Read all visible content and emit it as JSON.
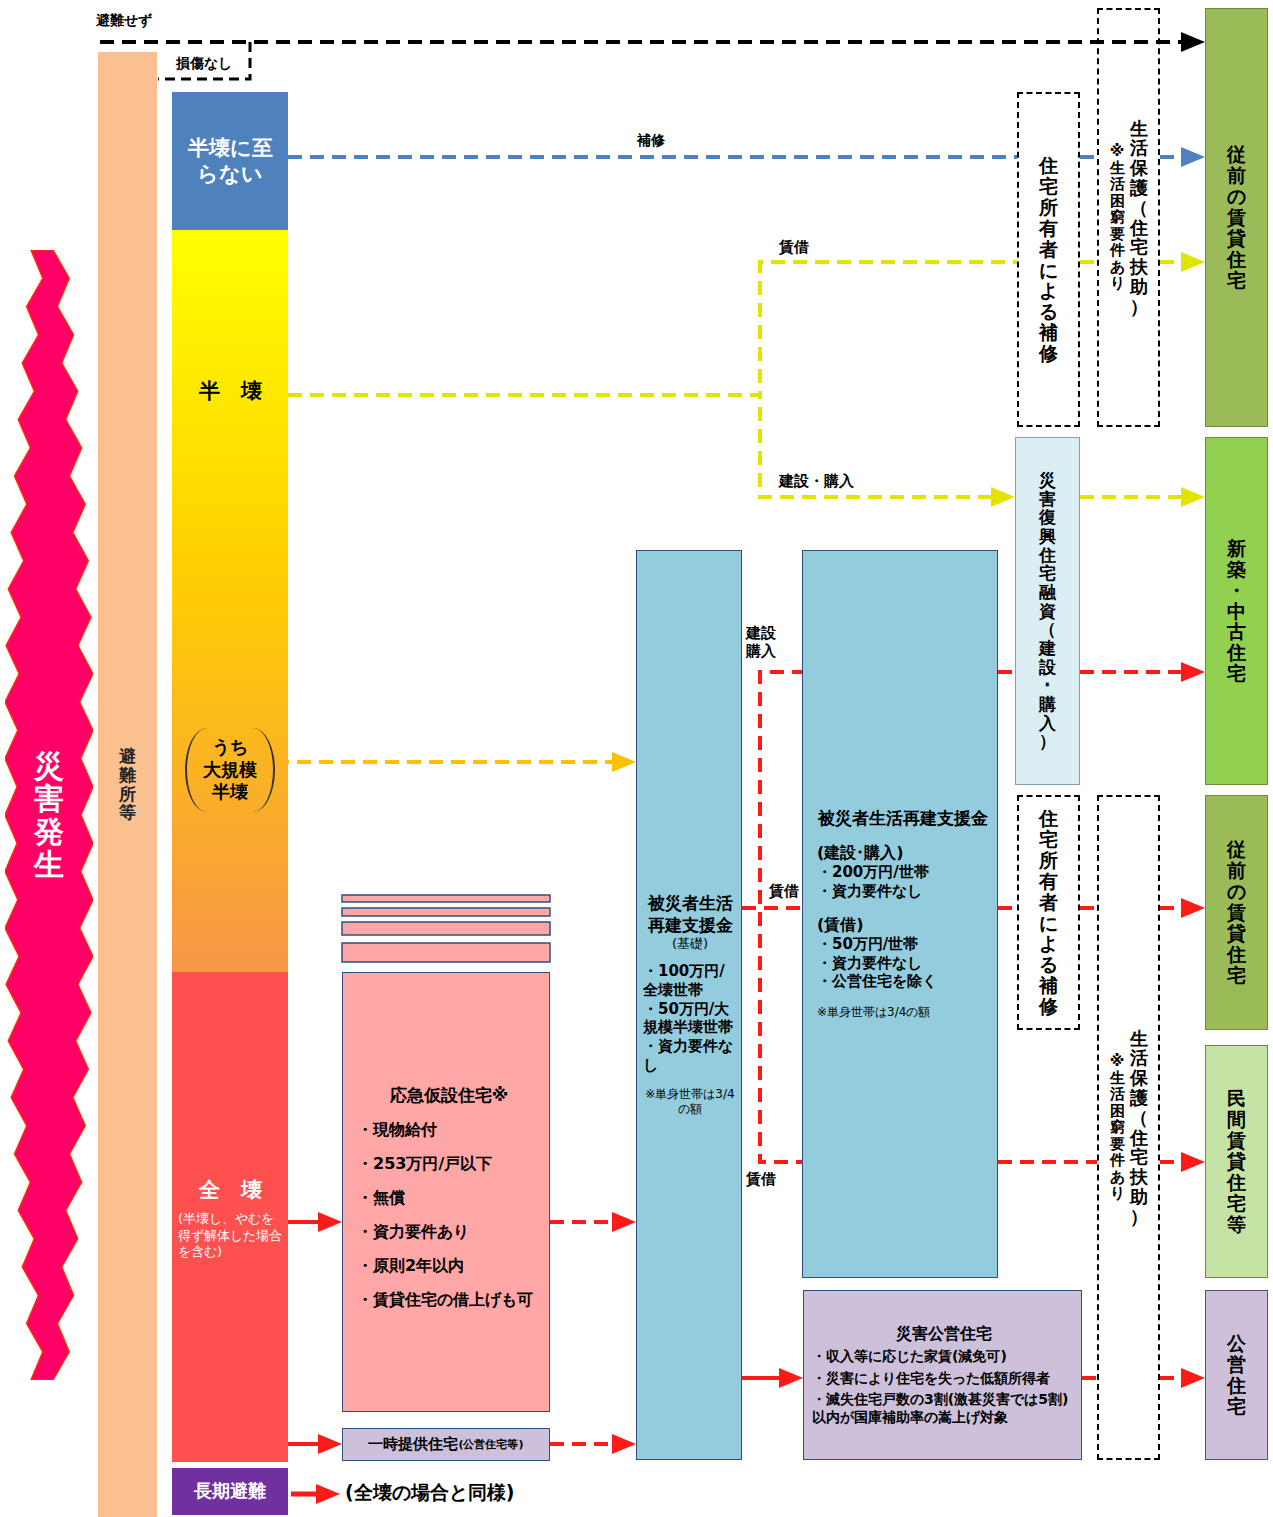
{
  "diagram": {
    "nodes": [
      {
        "text": [
          "災害発生"
        ]
      },
      {
        "text": [
          "避難所等"
        ]
      },
      {
        "text": [
          "半壊に至らない"
        ]
      },
      {
        "text": [
          "半　壊"
        ]
      },
      {
        "text": [
          "うち 大規模 半壊"
        ],
        "in": 3
      },
      {
        "text": [
          "全　壊",
          "(半壊し、やむを得ず解体した場合を含む)"
        ]
      },
      {
        "text": [
          "長期避難"
        ]
      },
      {
        "text": [
          "応急仮設住宅※",
          "・現物給付",
          "・253万円/戸以下",
          "・無償",
          "・資力要件あり",
          "・原則2年以内",
          "・賃貸住宅の借上げも可"
        ]
      },
      {
        "text": [
          "一時提供住宅",
          "(公営住宅等)"
        ]
      },
      {
        "text": [
          "被災者生活再建支援金",
          "(基礎)",
          "・100万円/全壊世帯",
          "・50万円/大規模半壊世帯",
          "・資力要件なし",
          "※単身世帯は3/4の額"
        ]
      },
      {
        "text": [
          "被災者生活再建支援金",
          "(建設･購入)",
          "・200万円/世帯",
          "・資力要件なし",
          "(賃借)",
          "・50万円/世帯",
          "・資力要件なし",
          "・公営住宅を除く",
          "※単身世帯は3/4の額"
        ]
      },
      {
        "text": [
          "災害公営住宅",
          "・収入等に応じた家賃(減免可)",
          "・災害により住宅を失った低額所得者",
          "・滅失住宅戸数の3割(激甚災害では5割)以内が国庫補助率の嵩上げ対象"
        ]
      },
      {
        "text": [
          "住宅所有者による補修"
        ]
      },
      {
        "text": [
          "生活保護（住宅扶助）",
          "※生活困窮要件あり"
        ]
      },
      {
        "text": [
          "災害復興住宅融資（建設･購入）"
        ]
      },
      {
        "text": [
          "住宅所有者による補修"
        ]
      },
      {
        "text": [
          "生活保護（住宅扶助）",
          "※生活困窮要件あり"
        ]
      },
      {
        "text": [
          "従前の賃貸住宅"
        ]
      },
      {
        "text": [
          "新築・中古住宅"
        ]
      },
      {
        "text": [
          "従前の賃貸住宅"
        ]
      },
      {
        "text": [
          "民間賃貸住宅等"
        ]
      },
      {
        "text": [
          "公営住宅"
        ]
      }
    ],
    "edges": [
      {
        "from": 2,
        "to": 12,
        "label": "補修",
        "arrow": "none"
      },
      {
        "from": 12,
        "to": 13,
        "arrow": "none"
      },
      {
        "from": 13,
        "to": 17,
        "arrow": "to"
      },
      {
        "from": 3,
        "to": 12,
        "label": "賃借",
        "arrow": "none"
      },
      {
        "from": 12,
        "to": 13,
        "arrow": "none"
      },
      {
        "from": 13,
        "to": 17,
        "arrow": "to"
      },
      {
        "from": 3,
        "to": 14,
        "label": "建設・購入",
        "arrow": "to"
      },
      {
        "from": 14,
        "to": 18,
        "arrow": "to"
      },
      {
        "from": 4,
        "to": 9,
        "arrow": "to"
      },
      {
        "from": 5,
        "to": 7,
        "arrow": "to"
      },
      {
        "from": 7,
        "to": 9,
        "arrow": "to"
      },
      {
        "from": 5,
        "to": 8,
        "arrow": "to"
      },
      {
        "from": 8,
        "to": 9,
        "arrow": "to"
      },
      {
        "from": 9,
        "to": 10,
        "label": "建設 購入",
        "arrow": "none"
      },
      {
        "from": 9,
        "to": 10,
        "label": "賃借",
        "arrow": "none"
      },
      {
        "from": 9,
        "to": 10,
        "label": "賃借",
        "arrow": "none"
      },
      {
        "from": 10,
        "to": 14,
        "arrow": "none"
      },
      {
        "from": 14,
        "to": 18,
        "arrow": "to"
      },
      {
        "from": 10,
        "to": 15,
        "arrow": "none"
      },
      {
        "from": 15,
        "to": 16,
        "arrow": "none"
      },
      {
        "from": 16,
        "to": 19,
        "arrow": "to"
      },
      {
        "from": 10,
        "to": 16,
        "arrow": "none"
      },
      {
        "from": 16,
        "to": 20,
        "arrow": "to"
      },
      {
        "from": 9,
        "to": 11,
        "arrow": "to"
      },
      {
        "from": 11,
        "to": 16,
        "arrow": "none"
      },
      {
        "from": 16,
        "to": 21,
        "arrow": "to"
      }
    ],
    "labels": [
      "避難せず",
      "損傷なし",
      "(全壊の場合と同様)"
    ]
  }
}
